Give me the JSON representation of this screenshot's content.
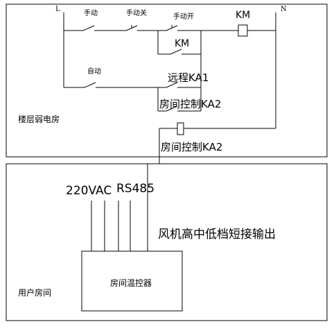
{
  "rails": {
    "left": "L",
    "right": "N"
  },
  "switches": {
    "manual": "手动",
    "manual_stop": "手动关",
    "manual_start": "手动开",
    "auto": "自动",
    "remote": "远程KA1",
    "room_ctrl": "房间控制KA2"
  },
  "coil_km": "KM",
  "contact_km": "KM",
  "coil_ka2": "房间控制KA2",
  "regions": {
    "upper": "楼层弱电房",
    "lower": "用户房间"
  },
  "inputs": {
    "power": "220VAC",
    "bus": "RS485"
  },
  "output_note": "风机高中低档短接输出",
  "controller": "房间温控器"
}
